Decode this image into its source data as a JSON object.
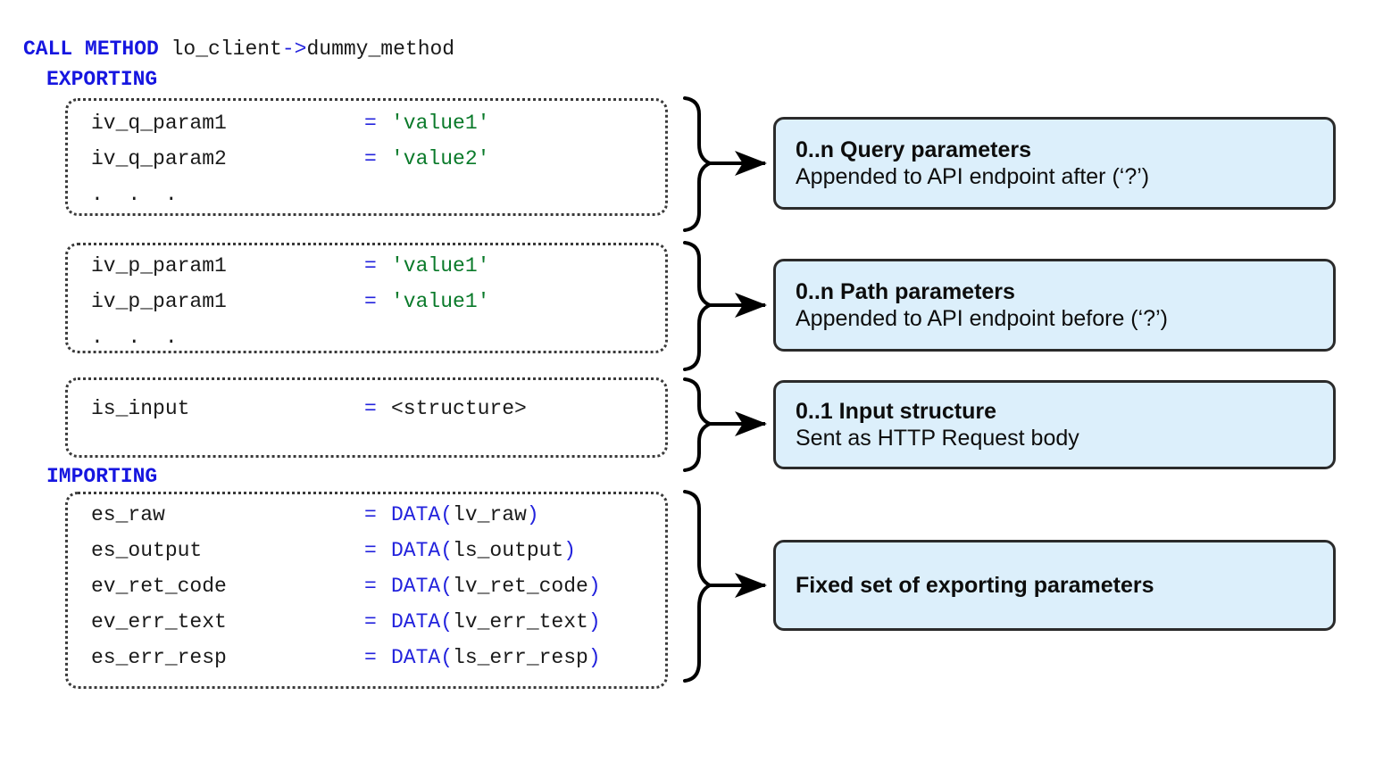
{
  "code": {
    "statement": {
      "keyword": "CALL METHOD",
      "target": " lo_client",
      "arrow": "->",
      "method": "dummy_method"
    },
    "exporting_keyword": "EXPORTING",
    "importing_keyword": "IMPORTING",
    "ellipsis": ".  .  ."
  },
  "groups": [
    {
      "id": "query",
      "name": "query-parameters-group",
      "has_ellipsis": true,
      "rows": [
        {
          "name": "iv_q_param1",
          "eq": "=",
          "value": "'value1'",
          "value_kind": "string"
        },
        {
          "name": "iv_q_param2",
          "eq": "=",
          "value": "'value2'",
          "value_kind": "string"
        }
      ]
    },
    {
      "id": "path",
      "name": "path-parameters-group",
      "has_ellipsis": true,
      "rows": [
        {
          "name": "iv_p_param1",
          "eq": "=",
          "value": "'value1'",
          "value_kind": "string"
        },
        {
          "name": "iv_p_param1",
          "eq": "=",
          "value": "'value1'",
          "value_kind": "string"
        }
      ]
    },
    {
      "id": "input",
      "name": "input-structure-group",
      "has_ellipsis": false,
      "rows": [
        {
          "name": "is_input",
          "eq": "=",
          "value": "<structure>",
          "value_kind": "plain"
        }
      ]
    },
    {
      "id": "importing",
      "name": "importing-parameters-group",
      "has_ellipsis": false,
      "rows": [
        {
          "name": "es_raw",
          "eq": "=",
          "value_prefix": "DATA(",
          "value_inner": "lv_raw",
          "value_suffix": ")",
          "value_kind": "data"
        },
        {
          "name": "es_output",
          "eq": "=",
          "value_prefix": "DATA(",
          "value_inner": "ls_output",
          "value_suffix": ")",
          "value_kind": "data"
        },
        {
          "name": "ev_ret_code",
          "eq": "=",
          "value_prefix": "DATA(",
          "value_inner": "lv_ret_code",
          "value_suffix": ")",
          "value_kind": "data"
        },
        {
          "name": "ev_err_text",
          "eq": "=",
          "value_prefix": "DATA(",
          "value_inner": "lv_err_text",
          "value_suffix": ")",
          "value_kind": "data"
        },
        {
          "name": "es_err_resp",
          "eq": "=",
          "value_prefix": "DATA(",
          "value_inner": "ls_err_resp",
          "value_suffix": ")",
          "value_kind": "data"
        }
      ]
    }
  ],
  "callouts": [
    {
      "id": "query",
      "title": "0..n Query parameters",
      "subtitle": "Appended to API endpoint after (‘?’)"
    },
    {
      "id": "path",
      "title": "0..n Path parameters",
      "subtitle": "Appended to API endpoint before (‘?’)"
    },
    {
      "id": "input",
      "title": "0..1 Input structure",
      "subtitle": "Sent as HTTP Request body"
    },
    {
      "id": "fixed",
      "title": "Fixed set of exporting parameters",
      "subtitle": ""
    }
  ],
  "colors": {
    "keyword_blue": "#1616e0",
    "operator_blue": "#2323dd",
    "string_green": "#0a7a2a",
    "code_black": "#1a1a1a",
    "callout_fill": "#dceffb",
    "callout_border": "#2b2b2b",
    "dotted_border": "#3a3a3a"
  },
  "connectors": [
    {
      "name": "brace-arrow-query"
    },
    {
      "name": "brace-arrow-path"
    },
    {
      "name": "brace-arrow-input"
    },
    {
      "name": "brace-arrow-importing"
    }
  ]
}
